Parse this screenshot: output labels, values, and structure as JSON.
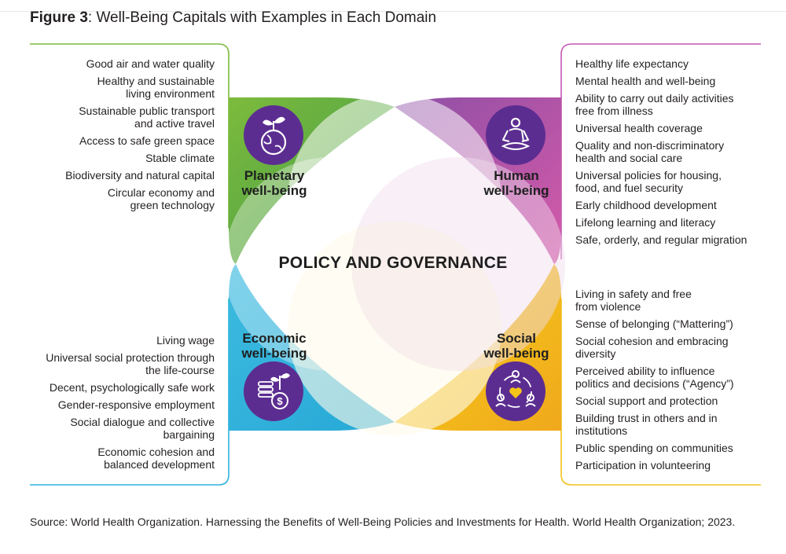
{
  "figure": {
    "label": "Figure 3",
    "title": ": Well-Being Capitals with Examples in Each Domain"
  },
  "center_label": "POLICY AND GOVERNANCE",
  "domains": {
    "planetary": {
      "label": "Planetary\nwell-being",
      "color": "#6fb23a",
      "icon": "globe-plant-icon",
      "items": [
        "Good air and water quality",
        "Healthy and sustainable\nliving environment",
        "Sustainable public transport\nand active travel",
        "Access to safe green space",
        "Stable climate",
        "Biodiversity and natural capital",
        "Circular economy and\ngreen technology"
      ]
    },
    "human": {
      "label": "Human\nwell-being",
      "color": "#b955b4",
      "icon": "meditation-person-icon",
      "items": [
        "Healthy life expectancy",
        "Mental health and well-being",
        "Ability to carry out daily activities\nfree from illness",
        "Universal health coverage",
        "Quality and non-discriminatory\nhealth and social care",
        "Universal policies for housing,\nfood, and fuel security",
        "Early childhood development",
        "Lifelong learning and literacy",
        "Safe, orderly, and regular migration"
      ]
    },
    "economic": {
      "label": "Economic\nwell-being",
      "color": "#29b6dc",
      "icon": "coins-growth-icon",
      "items": [
        "Living wage",
        "Universal social protection through\nthe life-course",
        "Decent, psychologically safe work",
        "Gender-responsive employment",
        "Social dialogue and collective\nbargaining",
        "Economic cohesion and\nbalanced development"
      ]
    },
    "social": {
      "label": "Social\nwell-being",
      "color": "#f5c518",
      "icon": "community-heart-icon",
      "items": [
        "Living in safety and free\nfrom violence",
        "Sense of belonging (“Mattering”)",
        "Social cohesion and embracing\ndiversity",
        "Perceived ability to influence\npolitics and decisions (“Agency”)",
        "Social support and protection",
        "Building trust in others and in\ninstitutions",
        "Public spending on communities",
        "Participation in volunteering"
      ]
    }
  },
  "source": "Source: World Health Organization. Harnessing the Benefits of Well-Being Policies and Investments for Health. World Health Organization; 2023."
}
